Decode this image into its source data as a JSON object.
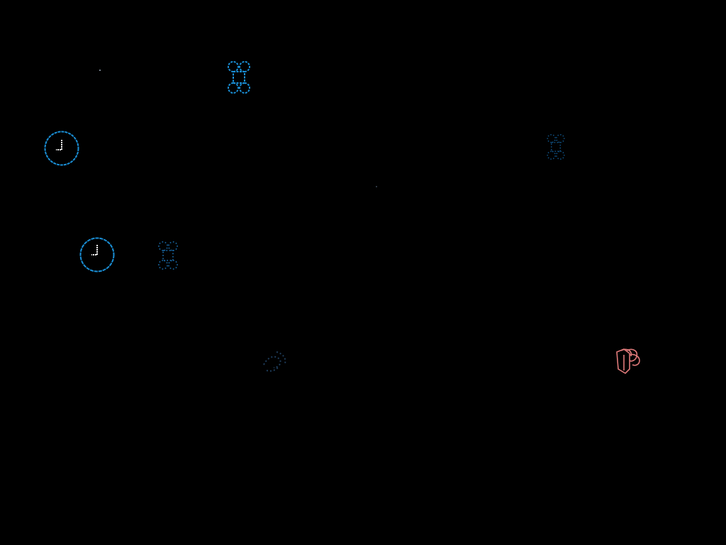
{
  "theme": {
    "background": "#000000",
    "clock_ring": "#1a8fd6",
    "clock_hands": "#ffffff",
    "command_color": "#1a8fd6",
    "command_faint": "#0f4f80",
    "dim_glyph": "#1e3c5a",
    "spring_color": "#e07a7a",
    "speck_color": "#9aa8b8"
  },
  "icons": [
    {
      "id": "command-1",
      "icon": "command-key-icon"
    },
    {
      "id": "clock-1",
      "icon": "clock-icon"
    },
    {
      "id": "command-faint-1",
      "icon": "command-key-icon"
    },
    {
      "id": "clock-2",
      "icon": "clock-icon"
    },
    {
      "id": "command-faint-2",
      "icon": "command-key-icon"
    },
    {
      "id": "glyph-dim",
      "icon": "swirl-glyph-icon"
    },
    {
      "id": "spring-1",
      "icon": "springs-icon"
    }
  ]
}
